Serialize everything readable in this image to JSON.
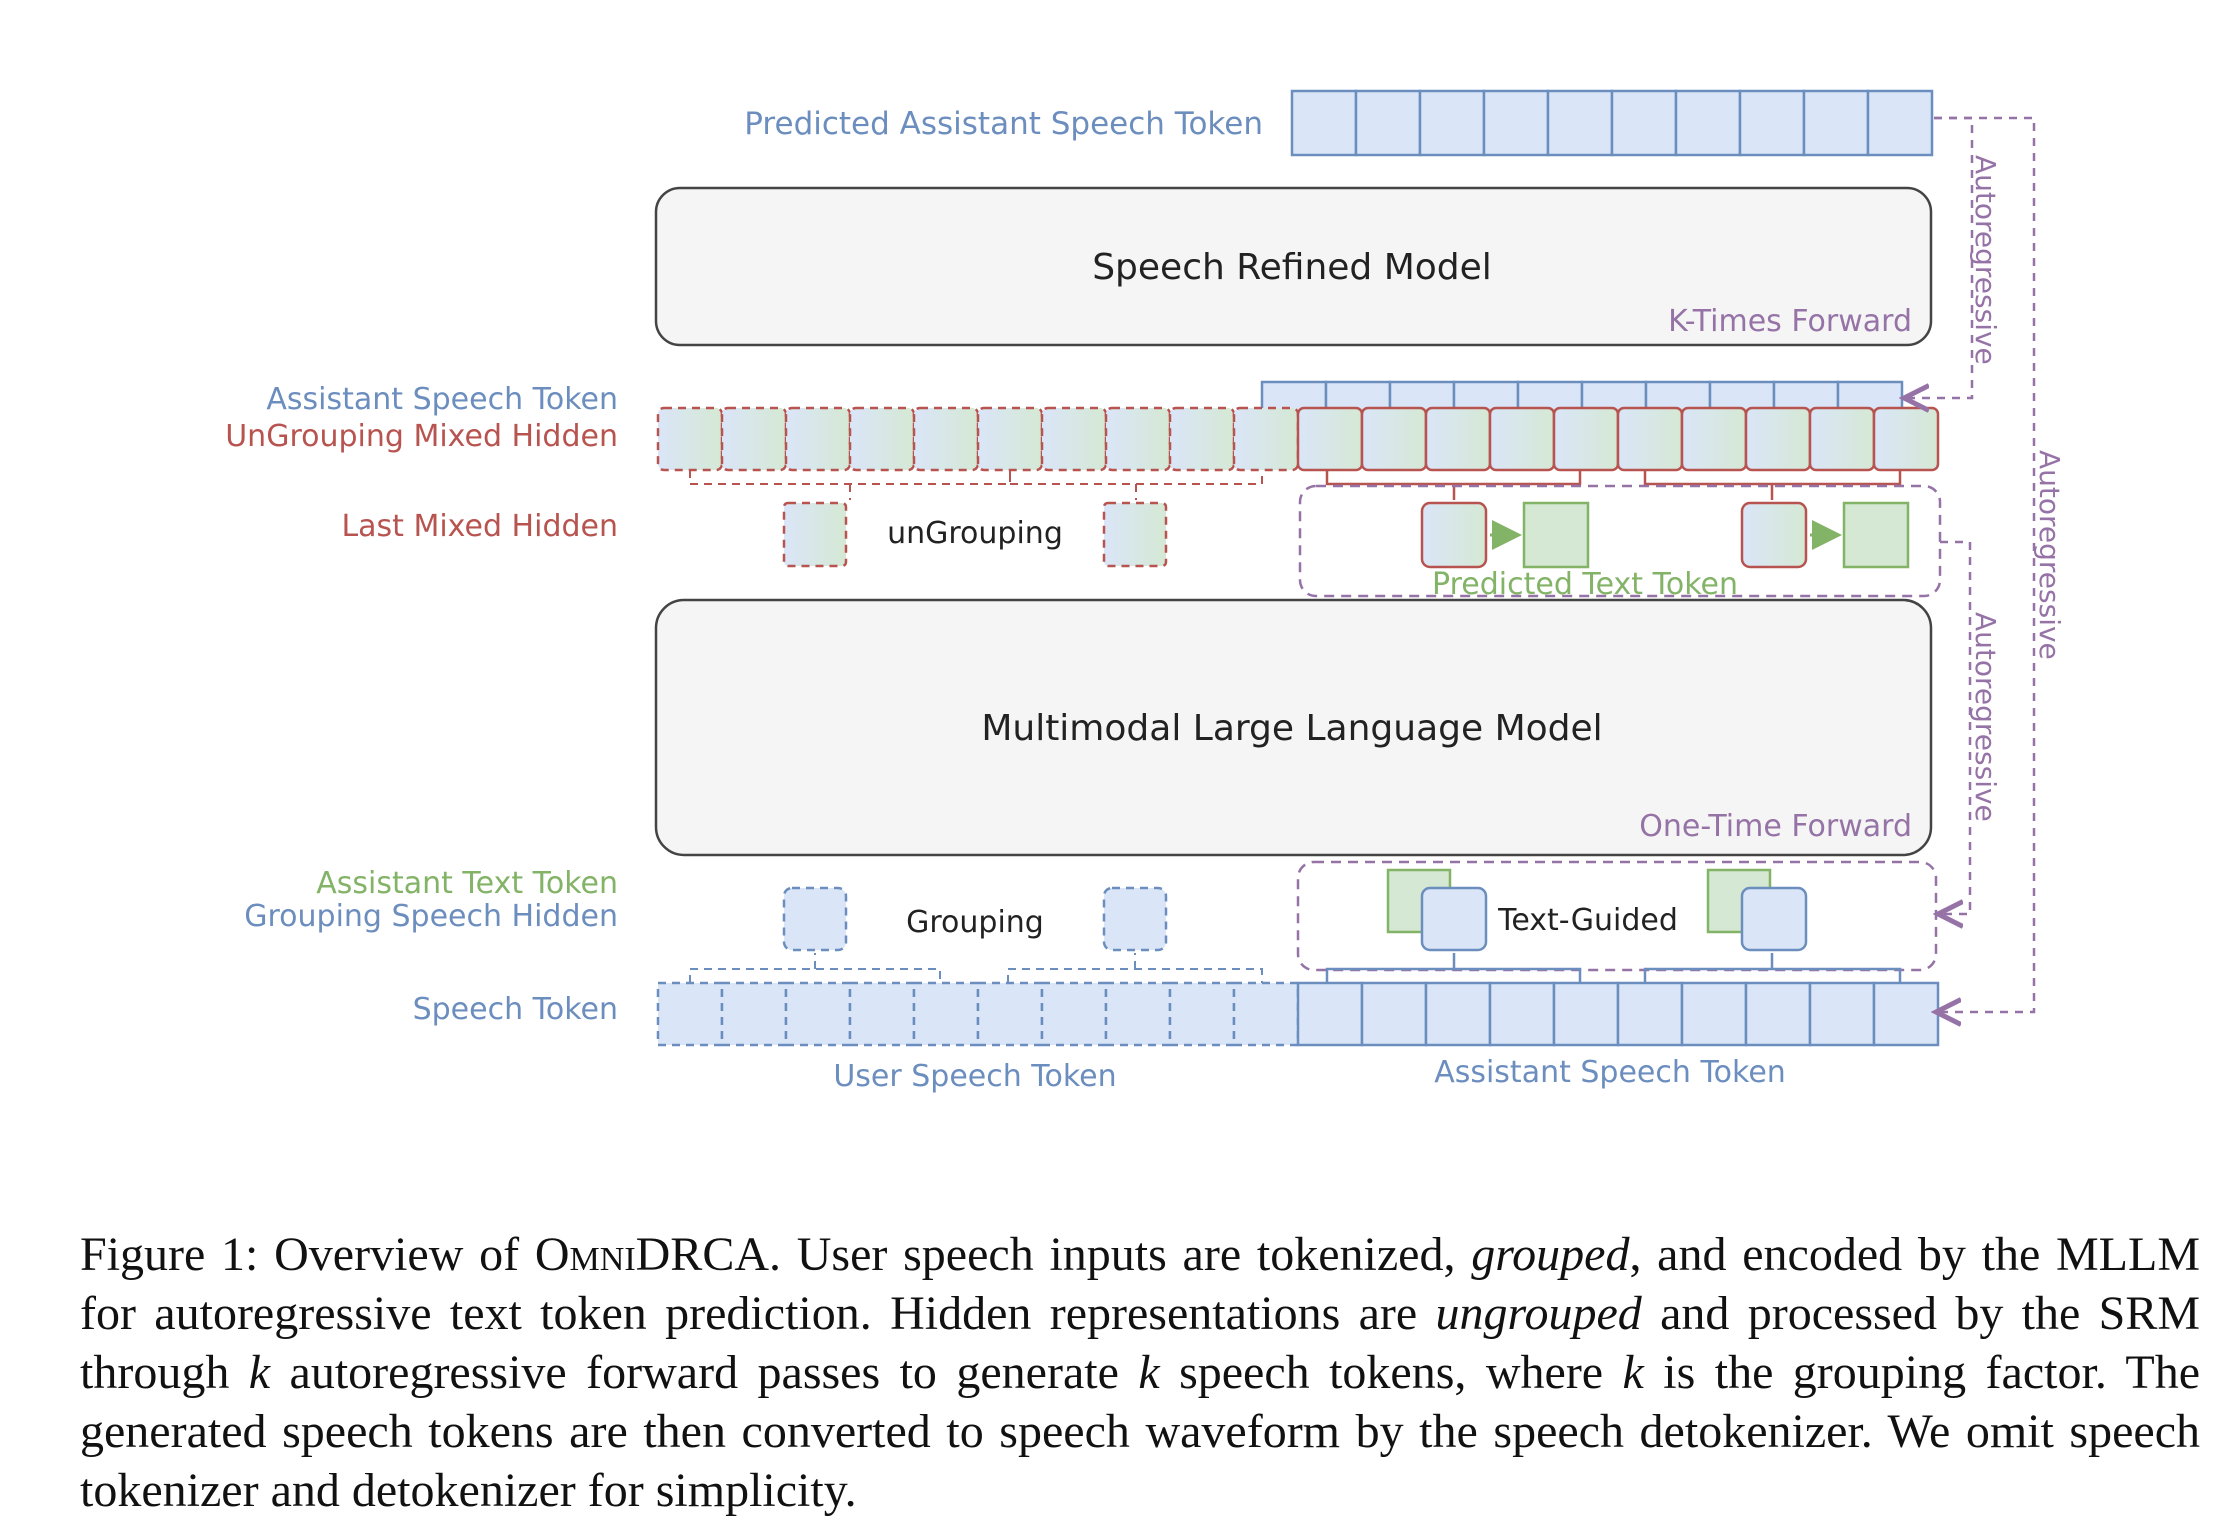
{
  "labels": {
    "predicted_assistant_speech_token": "Predicted Assistant Speech Token",
    "speech_refined_model": "Speech Refined Model",
    "k_times_forward": "K-Times Forward",
    "assistant_speech_token": "Assistant Speech Token",
    "ungrouping_mixed_hidden": "UnGrouping Mixed Hidden",
    "last_mixed_hidden": "Last Mixed Hidden",
    "ungrouping": "unGrouping",
    "predicted_text_token": "Predicted Text Token",
    "mllm": "Multimodal Large Language Model",
    "one_time_forward": "One-Time Forward",
    "assistant_text_token": "Assistant Text Token",
    "grouping_speech_hidden": "Grouping Speech Hidden",
    "grouping": "Grouping",
    "text_guided": "Text-Guided",
    "speech_token": "Speech Token",
    "user_speech_token": "User Speech Token",
    "assistant_speech_token_bottom": "Assistant Speech Token",
    "autoregressive": "Autoregressive"
  },
  "caption": {
    "prefix": "Figure 1: Overview of ",
    "model_name": "OmniDRCA",
    "part1": ". User speech inputs are tokenized, ",
    "grouped": "grouped",
    "part2": ", and encoded by the MLLM for autoregressive text token prediction. Hidden representations are ",
    "ungrouped": "ungrouped",
    "part3": " and processed by the SRM through ",
    "k1": "k",
    "part4": " autoregressive forward passes to generate ",
    "k2": "k",
    "part5": " speech tokens, where ",
    "k3": "k",
    "part6": " is the grouping factor. The generated speech tokens are then converted to speech waveform by the speech detokenizer. We omit speech tokenizer and detokenizer for simplicity."
  },
  "colors": {
    "blue_fill": "#dae6f8",
    "blue_stroke": "#6c8ebf",
    "blue_text": "#6c8ebf",
    "red_stroke": "#b85450",
    "red_text": "#b85450",
    "green_fill": "#d5e8d4",
    "green_stroke": "#82b366",
    "green_text": "#82b366",
    "purple": "#9673a6",
    "box_fill": "#f5f5f5"
  }
}
